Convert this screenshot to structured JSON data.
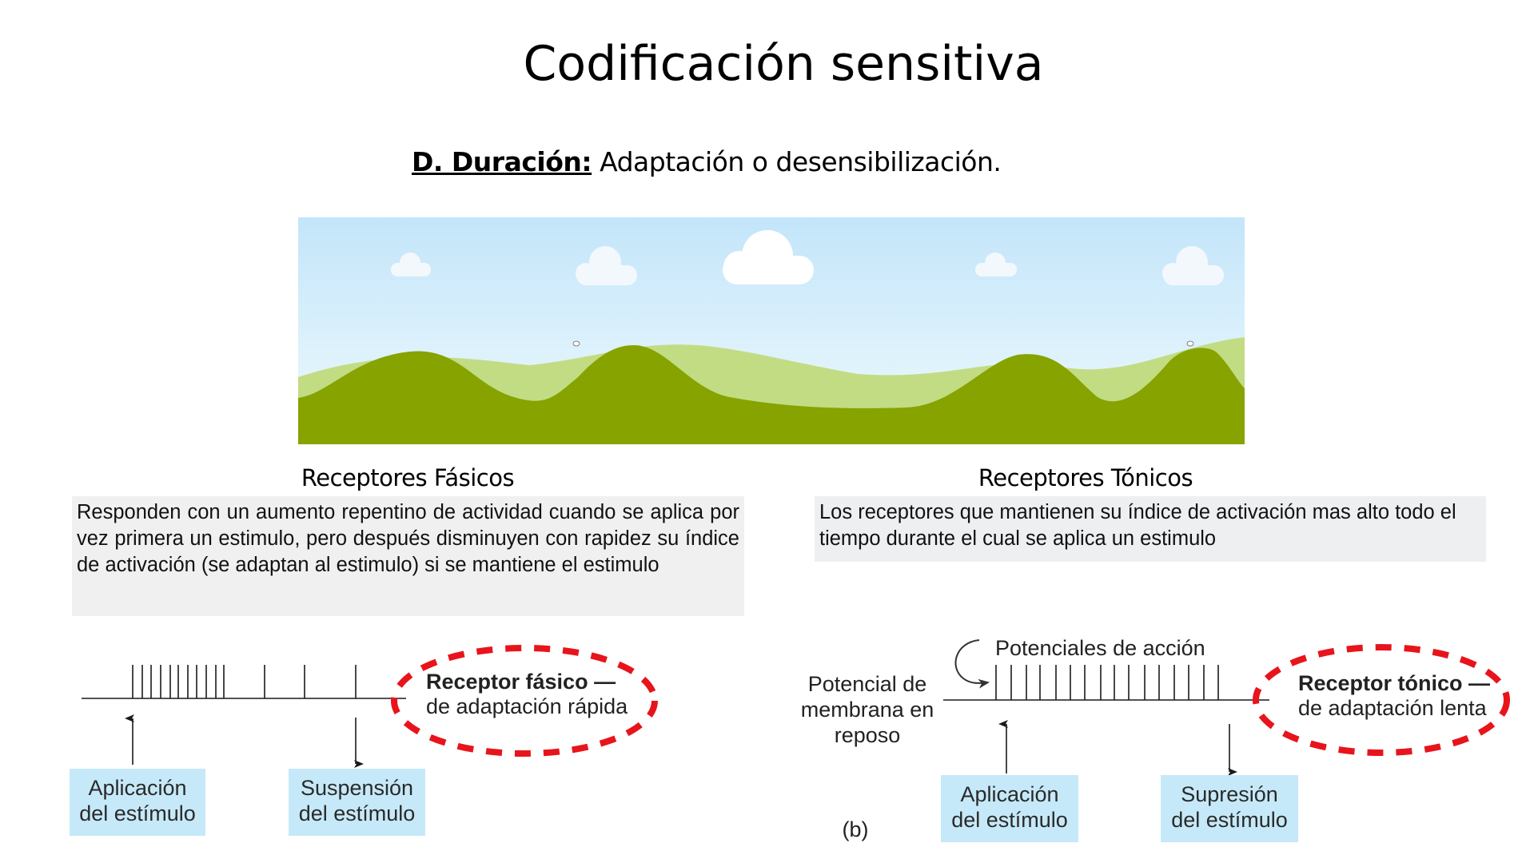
{
  "slide": {
    "title": "Codificación sensitiva",
    "subtitle": {
      "lead": "D. Duración:",
      "text": " Adaptación o desensibilización."
    }
  },
  "landscape_image": {
    "description": "Ilustración de paisaje con cielo, nubes y colinas verdes",
    "colors": {
      "sky_top": "#c3e5fa",
      "sky_bottom": "#eef9fd",
      "hill_dark": "#86a300",
      "hill_light": "#c2dc84",
      "cloud": "#f4f9fd"
    }
  },
  "sections": {
    "phasic": {
      "heading": "Receptores Fásicos",
      "description": "Responden con un aumento repentino de actividad cuando se aplica por vez primera un estimulo, pero después disminuyen con rapidez su  índice de activación (se adaptan al estimulo) si se mantiene el estimulo"
    },
    "tonic": {
      "heading": "Receptores Tónicos",
      "description": "Los receptores que mantienen su índice de activación mas alto todo el tiempo durante el cual se aplica un estimulo"
    }
  },
  "diagrams": {
    "phasic": {
      "ellipse_label_bold": "Receptor fásico —",
      "ellipse_label": "de adaptación rápida",
      "start_box": [
        "Aplicación",
        "del estímulo"
      ],
      "end_box": [
        "Suspensión",
        "del estímulo"
      ],
      "spike_count": 14
    },
    "tonic": {
      "action_potentials_label": "Potenciales de acción",
      "resting_label": [
        "Potencial de",
        "membrana en",
        "reposo"
      ],
      "ellipse_label_bold": "Receptor tónico —",
      "ellipse_label": "de adaptación lenta",
      "start_box": [
        "Aplicación",
        "del estímulo"
      ],
      "end_box": [
        "Supresión",
        "del estímulo"
      ],
      "panel_label": "(b)",
      "spike_count": 16
    },
    "colors": {
      "label_box": "#c6e9f9",
      "dashed_ellipse": "#e8141c",
      "line": "#1a1a1a"
    }
  }
}
